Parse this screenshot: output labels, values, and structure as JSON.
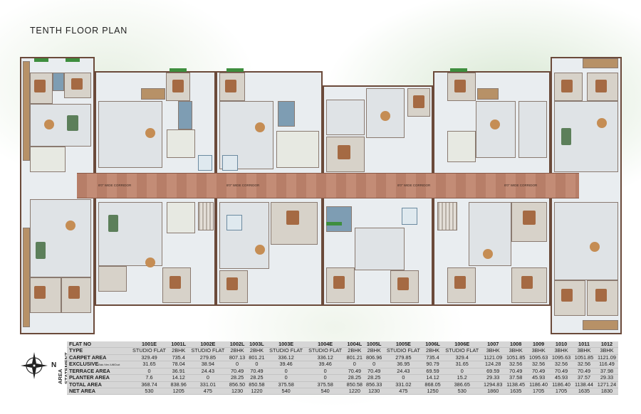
{
  "page": {
    "title": "TENTH FLOOR  PLAN"
  },
  "compass": {
    "north_label": "N"
  },
  "plan": {
    "corridor_label": "8'0\" WIDE CORRIDOR"
  },
  "statement": {
    "side_label_1": "AREA",
    "side_label_2": "STATEMENT",
    "row_labels": {
      "flat_no": "FLAT NO",
      "type": "TYPE",
      "carpet_area": "CARPET AREA",
      "exclusive": "EXCLUSIVE",
      "exclusive_sub": "Balc./Ven./Util/Duct",
      "terrace_area": "TERRACE AREA",
      "planter_area": "PLANTER AREA",
      "total_area": "TOTAL AREA",
      "net_area": "NET AREA"
    },
    "flats": [
      {
        "no": "1001E",
        "type": "STUDIO FLAT",
        "carpet": "329.49",
        "exclusive": "31.65",
        "terrace": "0",
        "planter": "7.6",
        "total": "368.74",
        "net": "530"
      },
      {
        "no": "1001L",
        "type": "2BHK",
        "carpet": "735.4",
        "exclusive": "78.04",
        "terrace": "36.91",
        "planter": "14.12",
        "total": "838.96",
        "net": "1205"
      },
      {
        "no": "1002E",
        "type": "STUDIO FLAT",
        "carpet": "279.85",
        "exclusive": "38.94",
        "terrace": "24.43",
        "planter": "0",
        "total": "331.01",
        "net": "475"
      },
      {
        "no": "1002L",
        "type": "2BHK",
        "carpet": "807.13",
        "exclusive": "0",
        "terrace": "70.49",
        "planter": "28.25",
        "total": "856.50",
        "net": "1230"
      },
      {
        "no": "1003L",
        "type": "2BHK",
        "carpet": "801.21",
        "exclusive": "0",
        "terrace": "70.49",
        "planter": "28.25",
        "total": "850.58",
        "net": "1220"
      },
      {
        "no": "1003E",
        "type": "STUDIO FLAT",
        "carpet": "336.12",
        "exclusive": "39.46",
        "terrace": "0",
        "planter": "0",
        "total": "375.58",
        "net": "540"
      },
      {
        "no": "1004E",
        "type": "STUDIO FLAT",
        "carpet": "336.12",
        "exclusive": "39.46",
        "terrace": "0",
        "planter": "0",
        "total": "375.58",
        "net": "540"
      },
      {
        "no": "1004L",
        "type": "2BHK",
        "carpet": "801.21",
        "exclusive": "0",
        "terrace": "70.49",
        "planter": "28.25",
        "total": "850.58",
        "net": "1220"
      },
      {
        "no": "1005L",
        "type": "2BHK",
        "carpet": "806.96",
        "exclusive": "0",
        "terrace": "70.49",
        "planter": "28.25",
        "total": "856.33",
        "net": "1230"
      },
      {
        "no": "1005E",
        "type": "STUDIO FLAT",
        "carpet": "279.85",
        "exclusive": "36.95",
        "terrace": "24.43",
        "planter": "0",
        "total": "331.02",
        "net": "475"
      },
      {
        "no": "1006L",
        "type": "2BHK",
        "carpet": "735.4",
        "exclusive": "90.79",
        "terrace": "69.59",
        "planter": "14.12",
        "total": "868.05",
        "net": "1250"
      },
      {
        "no": "1006E",
        "type": "STUDIO FLAT",
        "carpet": "329.4",
        "exclusive": "31.65",
        "terrace": "0",
        "planter": "15.2",
        "total": "386.65",
        "net": "530"
      },
      {
        "no": "1007",
        "type": "3BHK",
        "carpet": "1121.09",
        "exclusive": "124.28",
        "terrace": "69.59",
        "planter": "29.33",
        "total": "1294.83",
        "net": "1860"
      },
      {
        "no": "1008",
        "type": "3BHK",
        "carpet": "1051.85",
        "exclusive": "32.56",
        "terrace": "70.49",
        "planter": "37.58",
        "total": "1138.45",
        "net": "1635"
      },
      {
        "no": "1009",
        "type": "3BHK",
        "carpet": "1095.63",
        "exclusive": "32.56",
        "terrace": "70.49",
        "planter": "45.93",
        "total": "1186.40",
        "net": "1705"
      },
      {
        "no": "1010",
        "type": "3BHK",
        "carpet": "1095.63",
        "exclusive": "32.56",
        "terrace": "70.49",
        "planter": "45.93",
        "total": "1186.40",
        "net": "1705"
      },
      {
        "no": "1011",
        "type": "3BHK",
        "carpet": "1051.85",
        "exclusive": "32.56",
        "terrace": "70.49",
        "planter": "37.57",
        "total": "1138.44",
        "net": "1635"
      },
      {
        "no": "1012",
        "type": "3BHK",
        "carpet": "1121.09",
        "exclusive": "116.49",
        "terrace": "37.98",
        "planter": "29.33",
        "total": "1271.24",
        "net": "1830"
      }
    ]
  }
}
